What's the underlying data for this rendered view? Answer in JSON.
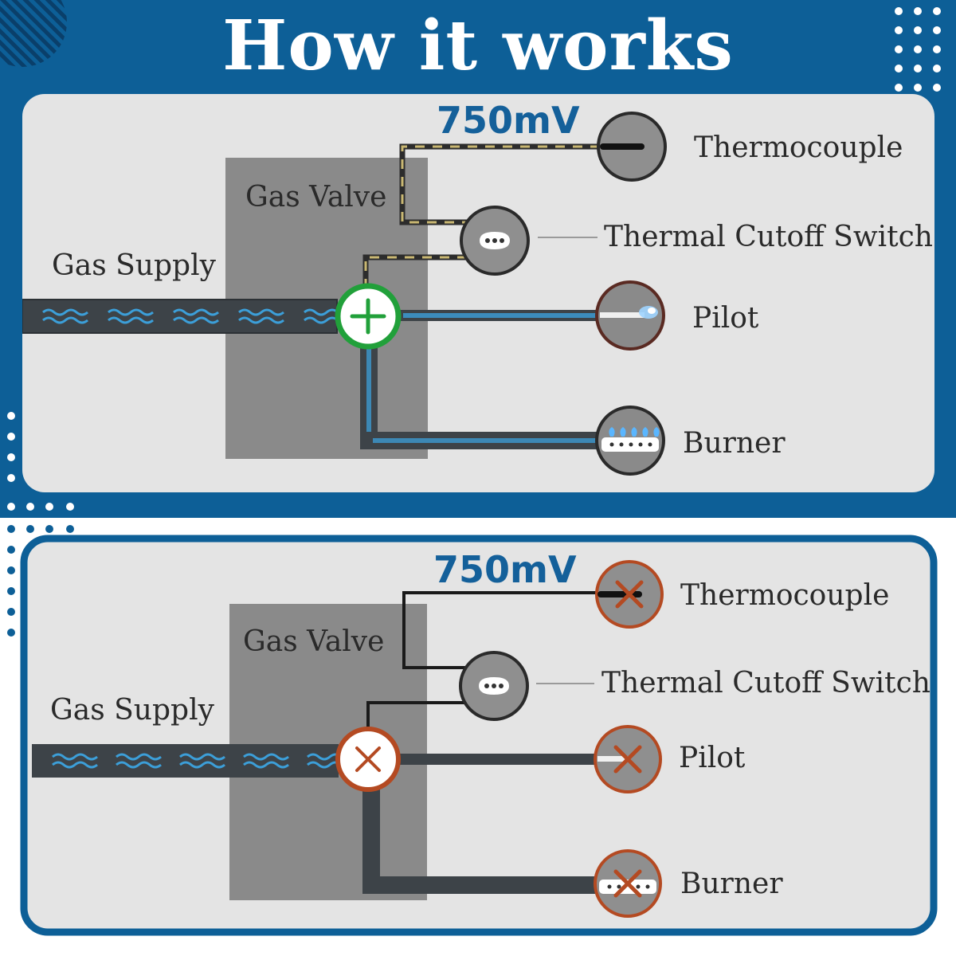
{
  "header": {
    "title": "How it works",
    "background": "#0d5f97",
    "accent": "#ffffff"
  },
  "panels": [
    {
      "id": "on",
      "state": "active",
      "voltage_label": "750mV",
      "gas_valve_label": "Gas Valve",
      "gas_supply_label": "Gas Supply",
      "thermocouple_label": "Thermocouple",
      "thermal_cutoff_label": "Thermal Cutoff Switch",
      "pilot_label": "Pilot",
      "burner_label": "Burner",
      "valve_icon": "plus-icon",
      "valve_color": "#21a03a"
    },
    {
      "id": "off",
      "state": "cut-off",
      "voltage_label": "750mV",
      "gas_valve_label": "Gas Valve",
      "gas_supply_label": "Gas Supply",
      "thermocouple_label": "Thermocouple",
      "thermal_cutoff_label": "Thermal Cutoff Switch",
      "pilot_label": "Pilot",
      "burner_label": "Burner",
      "valve_icon": "x-icon",
      "valve_color": "#b44a22"
    }
  ]
}
